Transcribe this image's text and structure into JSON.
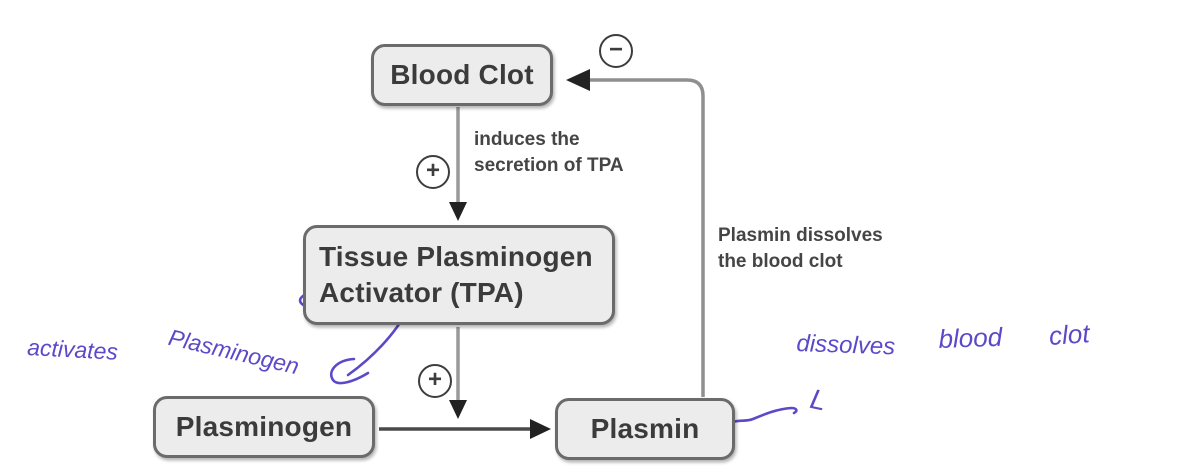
{
  "diagram": {
    "nodes": {
      "blood_clot": {
        "label": "Blood Clot"
      },
      "tpa": {
        "line1": "Tissue Plasminogen",
        "line2": "Activator (TPA)"
      },
      "plasminogen": {
        "label": "Plasminogen"
      },
      "plasmin": {
        "label": "Plasmin"
      }
    },
    "edges": {
      "clot_to_tpa": {
        "sign": "+",
        "line1": "induces the",
        "line2": "secretion of TPA"
      },
      "tpa_to_plasmin": {
        "sign": "+"
      },
      "plasmin_to_clot": {
        "sign": "−",
        "line1": "Plasmin dissolves",
        "line2": "the blood clot"
      }
    },
    "handwritten": {
      "left_word1": "activates",
      "left_word2": "Plasminogen",
      "right_word1": "dissolves",
      "right_word2": "blood",
      "right_word3": "clot",
      "letter_mark": "L"
    },
    "colors": {
      "box_fill": "#ececec",
      "box_border": "#6b6b6b",
      "box_text": "#3b3b3b",
      "arrow_shaft": "#999999",
      "arrow_head": "#222222",
      "ink": "#5b49c9"
    }
  }
}
